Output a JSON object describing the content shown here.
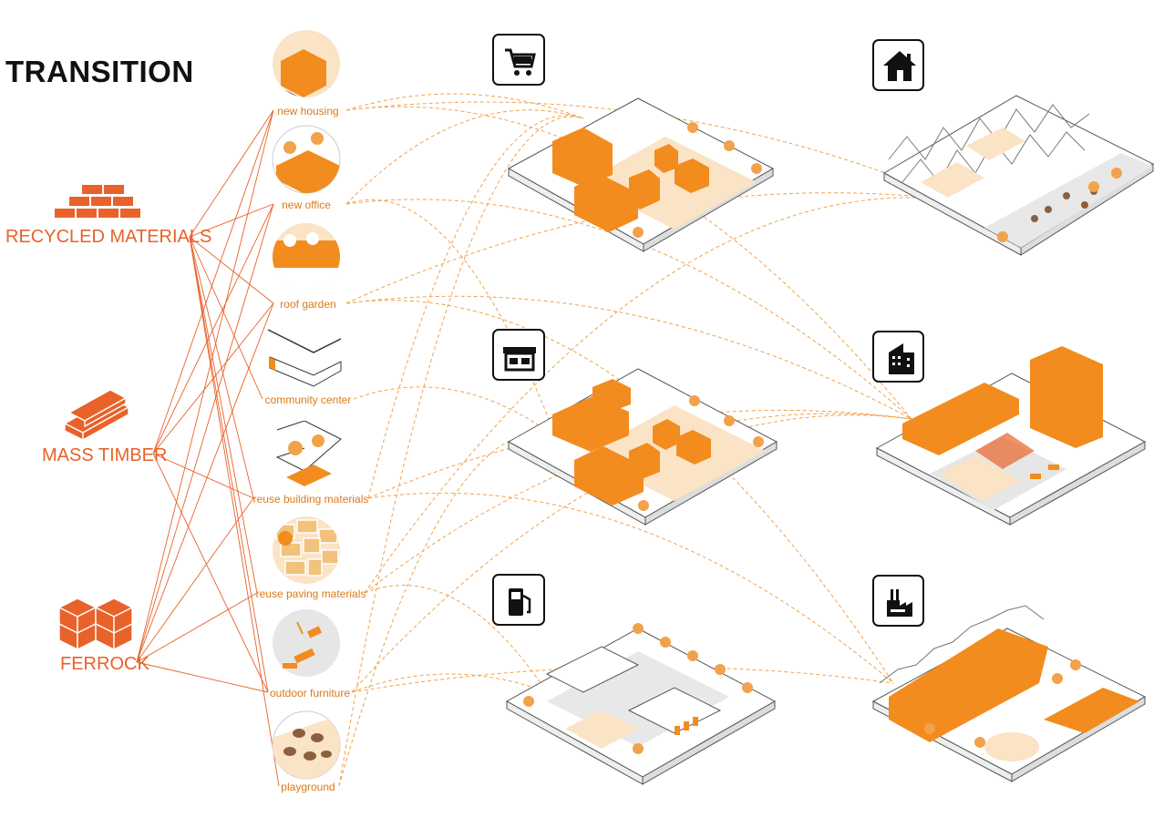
{
  "title": "TRANSITION",
  "materials": [
    {
      "id": "recycled",
      "label": "RECYCLED MATERIALS",
      "icon": "brick-stack-icon"
    },
    {
      "id": "timber",
      "label": "MASS TIMBER",
      "icon": "timber-beams-icon"
    },
    {
      "id": "ferrock",
      "label": "FERROCK",
      "icon": "block-wall-icon"
    }
  ],
  "strategies": [
    {
      "label": "new housing"
    },
    {
      "label": "new office"
    },
    {
      "label": "roof garden"
    },
    {
      "label": "community center"
    },
    {
      "label": "reuse building materials"
    },
    {
      "label": "reuse paving materials"
    },
    {
      "label": "outdoor furniture"
    },
    {
      "label": "playground"
    }
  ],
  "sites": [
    {
      "id": "shopping",
      "icon": "shopping-cart-icon"
    },
    {
      "id": "housing",
      "icon": "house-icon"
    },
    {
      "id": "store",
      "icon": "storefront-icon"
    },
    {
      "id": "office",
      "icon": "office-building-icon"
    },
    {
      "id": "gas",
      "icon": "gas-pump-icon"
    },
    {
      "id": "factory",
      "icon": "factory-icon"
    }
  ],
  "colors": {
    "accent": "#f28c1e",
    "material": "#e8622a",
    "label": "#d97a1a",
    "ink": "#111111"
  }
}
